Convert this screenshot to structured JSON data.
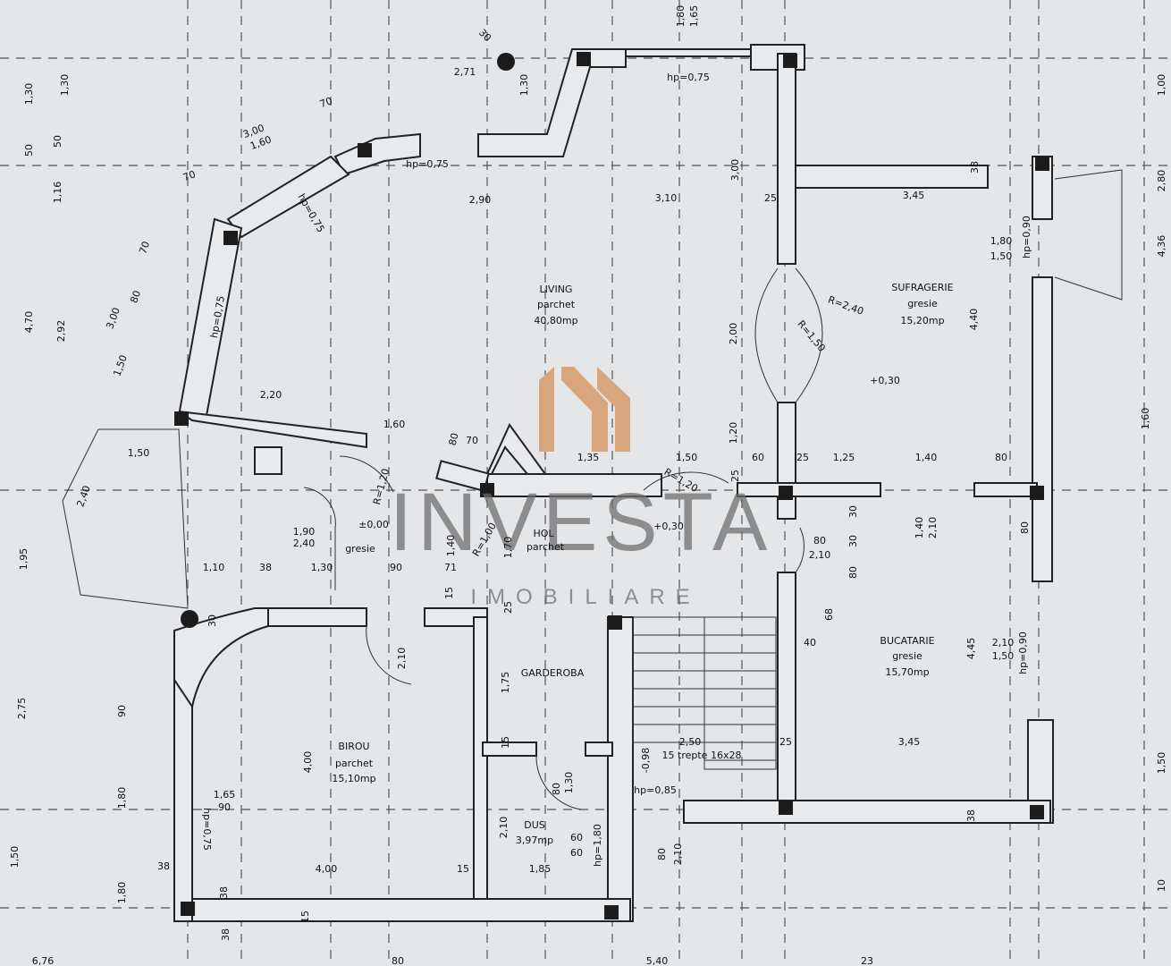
{
  "watermark": {
    "brand": "INVESTA",
    "sub": "IMOBILIARE",
    "logo_color": "#d8a67c"
  },
  "rooms": [
    {
      "name": "LIVING",
      "floor": "parchet",
      "area": "40,80mp"
    },
    {
      "name": "SUFRAGERIE",
      "floor": "gresie",
      "area": "15,20mp"
    },
    {
      "name": "HOL",
      "floor": "parchet",
      "area": ""
    },
    {
      "name": "",
      "floor": "gresie",
      "area": ""
    },
    {
      "name": "BUCATARIE",
      "floor": "gresie",
      "area": "15,70mp"
    },
    {
      "name": "BIROU",
      "floor": "parchet",
      "area": "15,10mp"
    },
    {
      "name": "GARDEROBA",
      "floor": "",
      "area": ""
    },
    {
      "name": "DUS",
      "floor": "",
      "area": "3,97mp"
    }
  ],
  "levels": [
    "±0,00",
    "+0,30",
    "+0,30",
    "-0,98"
  ],
  "notes": [
    "hp=0,75",
    "hp=0,75",
    "hp=0,75",
    "hp=0,75",
    "hp=0,85",
    "hp=1,80",
    "hp=0,90",
    "hp=0,90",
    "hp=0,75",
    "15 trepte 16x28",
    "R=2,40",
    "R=1,50",
    "R=1,20",
    "R=1,20",
    "R=1,00"
  ],
  "dims": [
    "2,71",
    "1,30",
    "30",
    "1,80",
    "1,65",
    "3,00",
    "1,60",
    "70",
    "70",
    "2,90",
    "3,10",
    "3,00",
    "25",
    "3,45",
    "38",
    "1,30",
    "1,30",
    "50",
    "50",
    "1,16",
    "4,70",
    "2,92",
    "3,00",
    "1,50",
    "80",
    "70",
    "2,20",
    "1,60",
    "80",
    "70",
    "1,35",
    "1,50",
    "60",
    "25",
    "1,25",
    "1,40",
    "80",
    "25",
    "2,00",
    "1,20",
    "30",
    "4,40",
    "1,50",
    "2,40",
    "1,95",
    "1,90",
    "2,40",
    "1,10",
    "38",
    "1,30",
    "90",
    "71",
    "1,40",
    "1,70",
    "15",
    "25",
    "30",
    "2,75",
    "90",
    "2,10",
    "1,75",
    "15",
    "4,00",
    "1,80",
    "1,65",
    "90",
    "1,80",
    "1,50",
    "38",
    "4,00",
    "15",
    "1,85",
    "2,10",
    "60",
    "60",
    "80",
    "2,10",
    "80",
    "1,30",
    "2,50",
    "25",
    "3,45",
    "38",
    "4,45",
    "68",
    "40",
    "80",
    "2,10",
    "30",
    "80",
    "1,40",
    "2,10",
    "2,10",
    "1,50",
    "80",
    "1,50",
    "1,80",
    "1,00",
    "2,80",
    "4,36",
    "1,60",
    "1,50",
    "10",
    "6,76",
    "80",
    "5,40",
    "23",
    "38",
    "15",
    "38"
  ]
}
